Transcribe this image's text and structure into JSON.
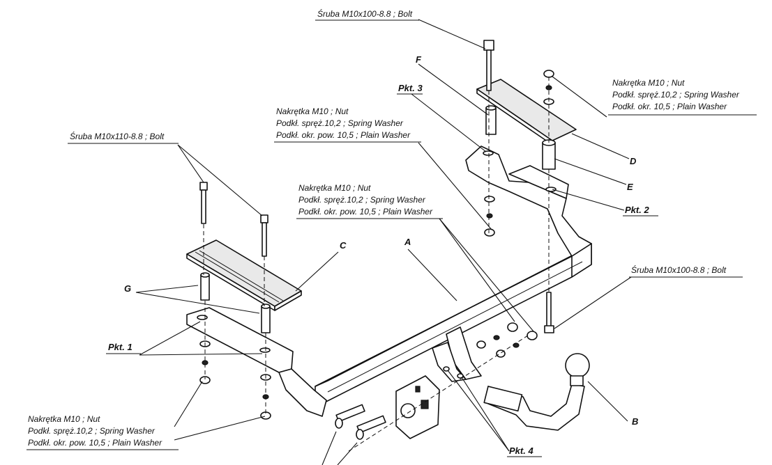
{
  "labels": {
    "bolt_top": "Śruba M10x100-8.8 ;  Bolt",
    "nut_top_right": [
      "Nakrętka M10 ; Nut",
      "Podkł. spręż.10,2 ; Spring Washer",
      "Podkł. okr. 10,5 ; Plain Washer"
    ],
    "nut_mid_upper": [
      "Nakrętka  M10 ; Nut",
      "Podkł. spręż.10,2 ; Spring Washer",
      "Podkł. okr. pow. 10,5 ; Plain Washer"
    ],
    "nut_mid_lower": [
      "Nakrętka  M10 ; Nut",
      "Podkł. spręż.10,2 ; Spring Washer",
      "Podkł. okr. pow. 10,5 ; Plain Washer"
    ],
    "bolt_left": "Śruba M10x110-8.8 ;  Bolt",
    "bolt_right": "Śruba M10x100-8.8 ;  Bolt",
    "nut_bottom_left": [
      "Nakrętka  M10 ; Nut",
      "Podkł. spręż.10,2 ; Spring Washer",
      "Podkł. okr. pow. 10,5 ; Plain Washer"
    ],
    "pkt1": "Pkt. 1",
    "pkt2": "Pkt. 2",
    "pkt3": "Pkt. 3",
    "pkt4": "Pkt. 4",
    "A": "A",
    "B": "B",
    "C": "C",
    "D": "D",
    "E": "E",
    "F": "F",
    "G": "G"
  }
}
